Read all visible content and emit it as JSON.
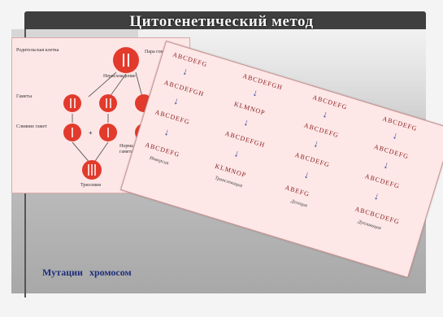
{
  "slide": {
    "title": "Цитогенетический метод",
    "caption": "Мутации хромосом"
  },
  "diagram": {
    "parent_cell_label": "Родительская клетка",
    "chromosome_pair_label": "Пара гомологичных хромосом",
    "nondisjunction_label": "Нерасхождение",
    "gametes_label": "Гаметы",
    "fusion_label": "Слияние гамет",
    "normal_gamete_label": "Нормальная гаплоидная гамета",
    "trisomy_label": "Трисомия"
  },
  "mutations": {
    "row1": [
      "ABCDEFG",
      "ABCDEFGH",
      "ABCDEFG",
      "ABCDEFG"
    ],
    "row2": [
      "ABCDEFGH",
      "KLMNOP",
      "ABCDEFG",
      "ABCDEFG"
    ],
    "row3": [
      "ABCDEFG",
      "ABCDEFGH",
      "ABCDEFG",
      "ABCDEFG"
    ],
    "row4": [
      "ABCDEFG",
      "KLMNOP",
      "ABEFG",
      "ABCBCDEFG"
    ],
    "labels": [
      "Инверсия",
      "Транслокация",
      "Делеция",
      "Дупликация"
    ]
  },
  "colors": {
    "accent": "#1d2d7a",
    "arrow": "#2b3f9a",
    "cell": "#e23a2c"
  }
}
